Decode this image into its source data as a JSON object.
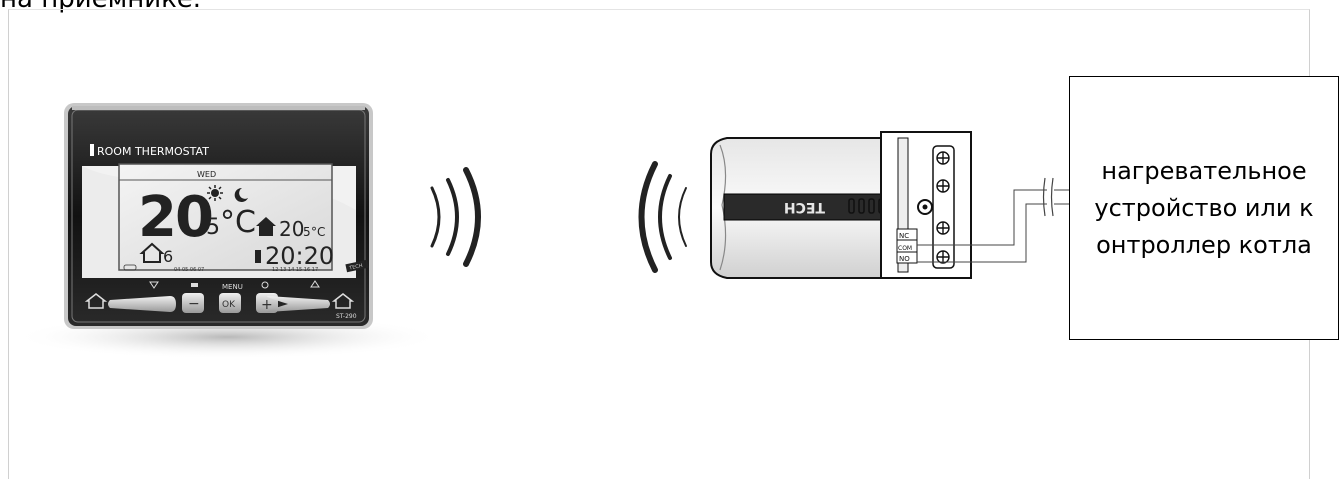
{
  "header": {
    "partial_text": "на приемнике."
  },
  "thermostat": {
    "title": "ROOM THERMOSTAT",
    "day": "WED",
    "main_temp": "20",
    "main_temp_decimal": "5",
    "main_temp_unit": "°C",
    "set_temp": "20",
    "set_temp_decimal": "5",
    "set_temp_unit": "°C",
    "zone_number": "6",
    "time": "20:20",
    "hours_left": "04 05 06 07",
    "hours_right": "12 13 14 15 16 17",
    "menu_label": "MENU",
    "minus_label": "−",
    "ok_label": "OK",
    "plus_label": "+",
    "model": "ST-290",
    "brand_badge": "TECH"
  },
  "receiver": {
    "brand": "TECH",
    "terminals": [
      "NC",
      "COM",
      "NO"
    ]
  },
  "device_box": {
    "label": "нагревательное устройство или контроллер котла"
  }
}
